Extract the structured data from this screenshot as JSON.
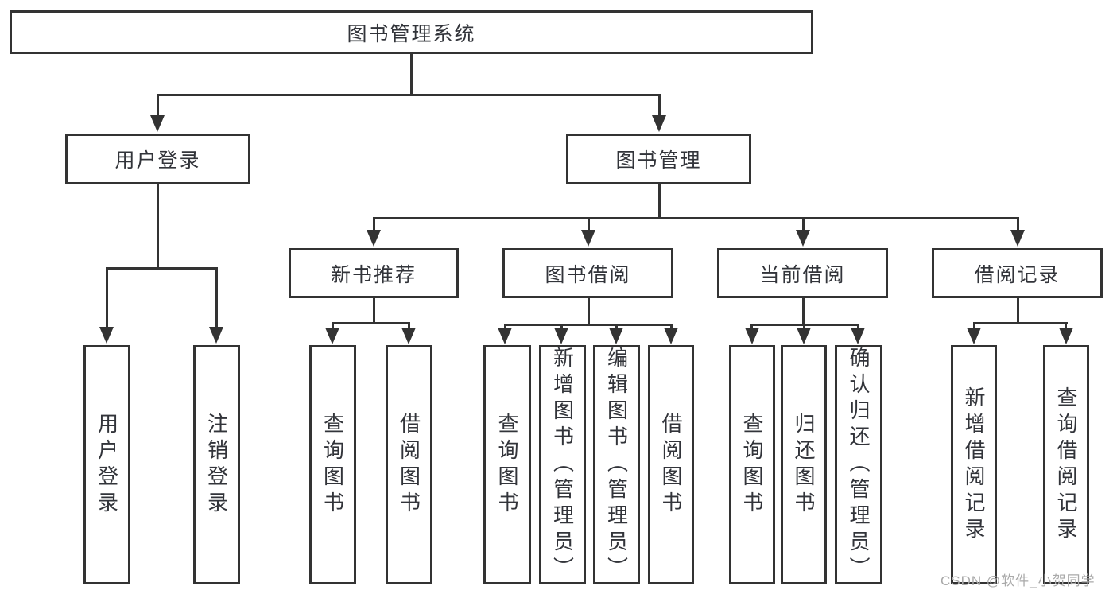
{
  "colors": {
    "line": "#333333",
    "text": "#32343a",
    "background": "#ffffff",
    "watermark": "#a9a9a9"
  },
  "nodes": {
    "root": "图书管理系统",
    "login": "用户登录",
    "manage": "图书管理",
    "login_children": [
      "用户登录",
      "注销登录"
    ],
    "manage_children": [
      "新书推荐",
      "图书借阅",
      "当前借阅",
      "借阅记录"
    ],
    "recommend_children": [
      "查询图书",
      "借阅图书"
    ],
    "borrow_children": [
      "查询图书",
      "新增图书（管理员）",
      "编辑图书（管理员）",
      "借阅图书"
    ],
    "current_children": [
      "查询图书",
      "归还图书",
      "确认归还（管理员）"
    ],
    "records_children": [
      "新增借阅记录",
      "查询借阅记录"
    ]
  },
  "watermark": "CSDN @软件_小贺同学"
}
